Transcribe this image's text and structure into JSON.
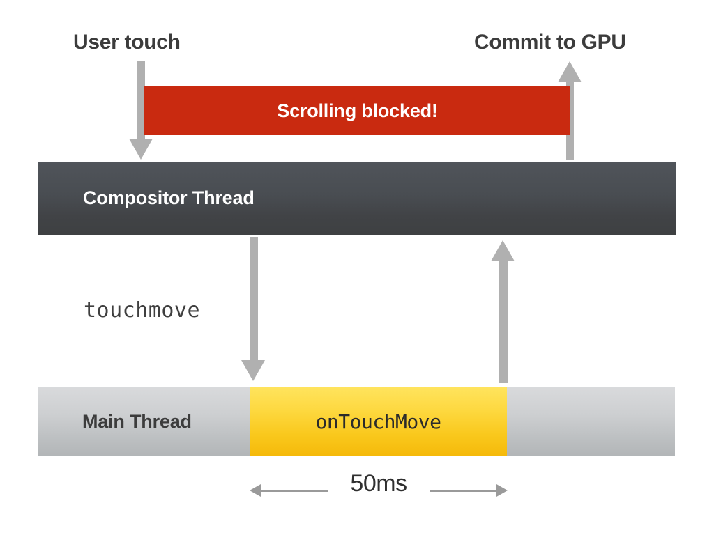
{
  "diagram": {
    "title": "Touch event scroll blocking timeline",
    "background_color": "#ffffff",
    "annotations": {
      "user_touch": "User touch",
      "commit_to_gpu": "Commit to GPU",
      "touchmove": "touchmove"
    },
    "blocked_banner": {
      "label": "Scrolling blocked!",
      "color": "#c92a10",
      "text_color": "#ffffff"
    },
    "lanes": [
      {
        "id": "compositor-thread",
        "label": "Compositor Thread",
        "color_top": "#50545a",
        "color_bottom": "#3e4042",
        "text_color": "#ffffff"
      },
      {
        "id": "main-thread",
        "label": "Main Thread",
        "color_top": "#d9dadc",
        "color_bottom": "#b2b5b7",
        "text_color": "#3c3c3c"
      }
    ],
    "task_block": {
      "label": "onTouchMove",
      "lane": "main-thread",
      "color_top": "#ffe45e",
      "color_bottom": "#f5b90a",
      "text_color": "#2b2b2b"
    },
    "measurement": {
      "label": "50ms",
      "arrow_color": "#9a9a9a",
      "text_color": "#2f2f2f"
    },
    "arrows": {
      "color": "#b0b0b0",
      "items": [
        {
          "name": "user-touch-down-arrow",
          "direction": "down",
          "from": "User touch",
          "to": "Compositor Thread"
        },
        {
          "name": "commit-gpu-up-arrow",
          "direction": "up",
          "from": "Compositor Thread",
          "to": "Commit to GPU"
        },
        {
          "name": "touchmove-down-arrow",
          "direction": "down",
          "from": "Compositor Thread",
          "to": "Main Thread"
        },
        {
          "name": "main-return-up-arrow",
          "direction": "up",
          "from": "Main Thread",
          "to": "Compositor Thread"
        }
      ]
    }
  }
}
